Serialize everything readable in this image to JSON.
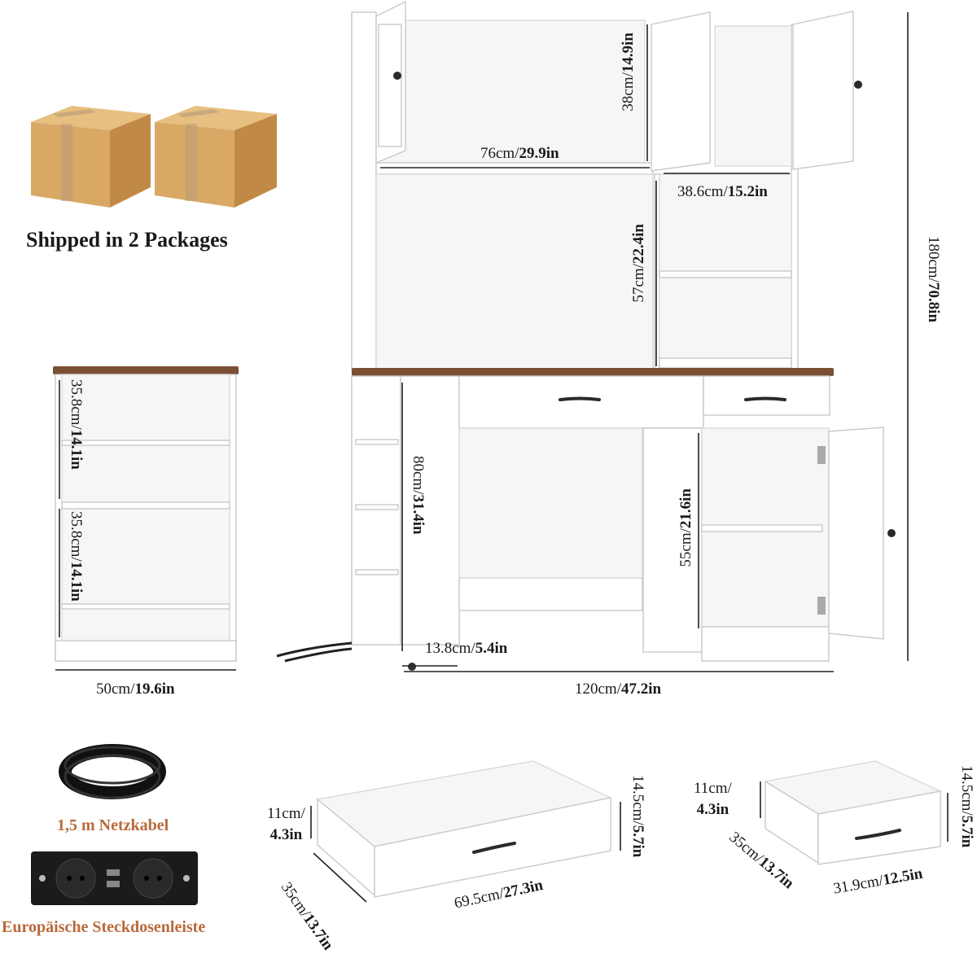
{
  "packages": {
    "label": "Shipped in 2 Packages"
  },
  "hutch": {
    "top_width": {
      "cm": "76cm/",
      "inch": "29.9in"
    },
    "top_height": {
      "cm": "38cm/",
      "inch": "14.9in"
    },
    "side_width": {
      "cm": "38.6cm/",
      "inch": "15.2in"
    },
    "shelf_height": {
      "cm": "57cm/",
      "inch": "22.4in"
    },
    "total_height": {
      "cm": "180cm/",
      "inch": "70.8in"
    }
  },
  "desk": {
    "height": {
      "cm": "80cm/",
      "inch": "31.4in"
    },
    "cabinet_height": {
      "cm": "55cm/",
      "inch": "21.6in"
    },
    "side_shelf_width": {
      "cm": "13.8cm/",
      "inch": "5.4in"
    },
    "total_width": {
      "cm": "120cm/",
      "inch": "47.2in"
    }
  },
  "side_cabinet": {
    "upper_height": {
      "cm": "35.8cm/",
      "inch": "14.1in"
    },
    "lower_height": {
      "cm": "35.8cm/",
      "inch": "14.1in"
    },
    "width": {
      "cm": "50cm/",
      "inch": "19.6in"
    }
  },
  "accessories": {
    "cable_label": "1,5 m Netzkabel",
    "socket_label": "Europäische Steckdosenleiste"
  },
  "large_drawer": {
    "height": {
      "cm": "11cm/",
      "inch": "4.3in"
    },
    "front_height": {
      "cm": "14.5cm/",
      "inch": "5.7in"
    },
    "depth": {
      "cm": "35cm/",
      "inch": "13.7in"
    },
    "width": {
      "cm": "69.5cm/",
      "inch": "27.3in"
    }
  },
  "small_drawer": {
    "height": {
      "cm": "11cm/",
      "inch": "4.3in"
    },
    "front_height": {
      "cm": "14.5cm/",
      "inch": "5.7in"
    },
    "depth": {
      "cm": "35cm/",
      "inch": "13.7in"
    },
    "width": {
      "cm": "31.9cm/",
      "inch": "12.5in"
    }
  },
  "colors": {
    "wood_top": "#7a4f33",
    "box": "#d9a865",
    "accent_text": "#b86a3a"
  }
}
